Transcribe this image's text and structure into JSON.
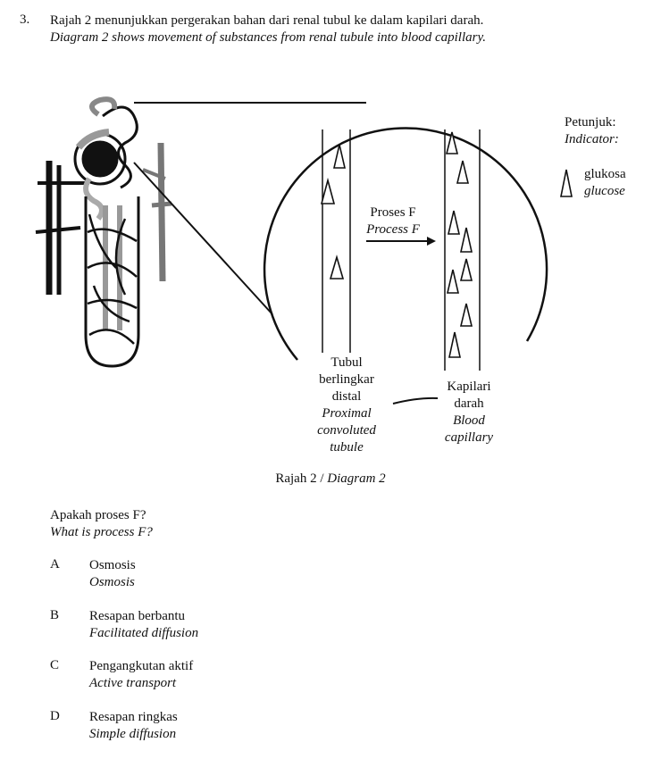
{
  "question": {
    "number": "3.",
    "stem_ms": "Rajah 2 menunjukkan pergerakan bahan dari renal tubul ke dalam kapilari darah.",
    "stem_en": "Diagram 2 shows movement of substances from renal tubule into blood capillary."
  },
  "diagram": {
    "process_ms": "Proses F",
    "process_en": "Process F",
    "tubule_label": [
      "Tubul",
      "berlingkar",
      "distal"
    ],
    "tubule_label_en": [
      "Proximal",
      "convoluted",
      "tubule"
    ],
    "capillary_label": [
      "Kapilari",
      "darah"
    ],
    "capillary_label_en": [
      "Blood",
      "capillary"
    ],
    "legend_title_ms": "Petunjuk:",
    "legend_title_en": "Indicator:",
    "legend_item_ms": "glukosa",
    "legend_item_en": "glucose",
    "glucose_icon": "triangle-icon"
  },
  "caption": {
    "ms": "Rajah 2 /",
    "en": "Diagram 2"
  },
  "prompt": {
    "ms": "Apakah proses F?",
    "en": "What is process F?"
  },
  "options": [
    {
      "letter": "A",
      "ms": "Osmosis",
      "en": "Osmosis"
    },
    {
      "letter": "B",
      "ms": "Resapan berbantu",
      "en": "Facilitated diffusion"
    },
    {
      "letter": "C",
      "ms": "Pengangkutan aktif",
      "en": "Active transport"
    },
    {
      "letter": "D",
      "ms": "Resapan ringkas",
      "en": "Simple diffusion"
    }
  ]
}
